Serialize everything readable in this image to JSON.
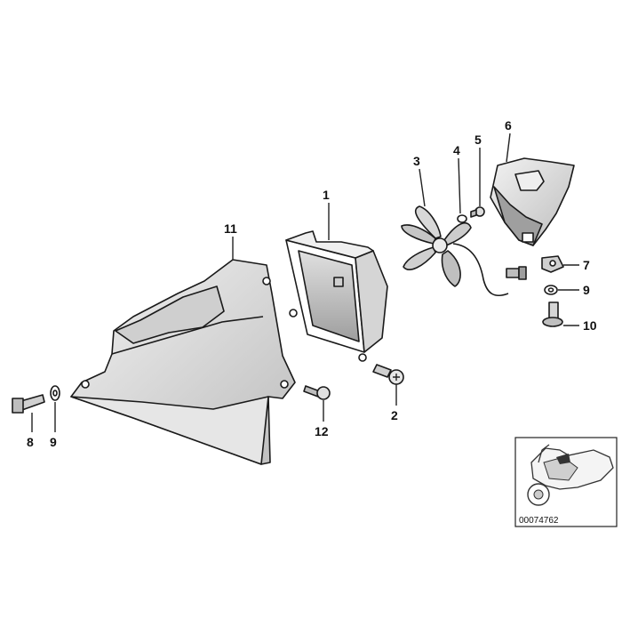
{
  "diagram": {
    "callouts": [
      {
        "id": "c1",
        "text": "1"
      },
      {
        "id": "c2",
        "text": "2"
      },
      {
        "id": "c3",
        "text": "3"
      },
      {
        "id": "c4",
        "text": "4"
      },
      {
        "id": "c5",
        "text": "5"
      },
      {
        "id": "c6",
        "text": "6"
      },
      {
        "id": "c7",
        "text": "7"
      },
      {
        "id": "c9r",
        "text": "9"
      },
      {
        "id": "c10",
        "text": "10"
      },
      {
        "id": "c11",
        "text": "11"
      },
      {
        "id": "c12",
        "text": "12"
      },
      {
        "id": "c8",
        "text": "8"
      },
      {
        "id": "c9l",
        "text": "9"
      }
    ],
    "thumbnail": {
      "label": "00074762"
    },
    "colors": {
      "line": "#1a1a1a",
      "fill": "#ffffff",
      "shade": "#d9d9d9",
      "shade_dark": "#b5b5b5"
    }
  }
}
